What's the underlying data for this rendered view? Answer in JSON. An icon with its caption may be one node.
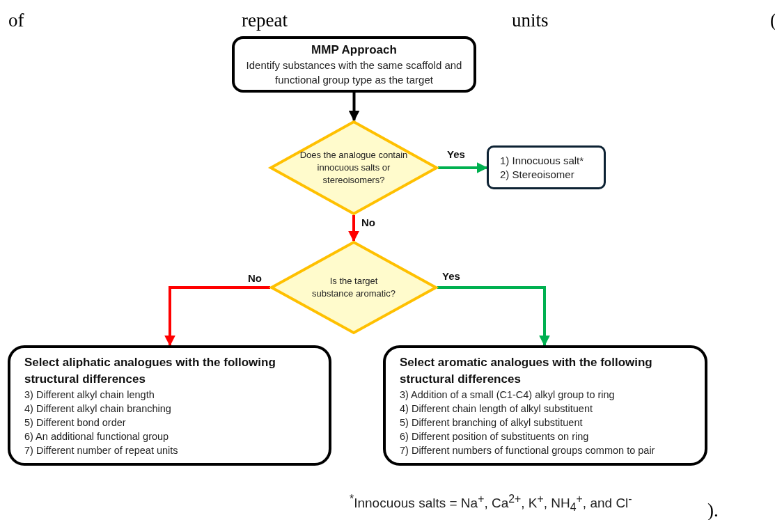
{
  "diagram": {
    "nodes": [
      {
        "text": [
          "MMP Approach",
          "Identify substances with the same scaffold and functional group type as the target"
        ]
      },
      {
        "text": [
          "Does the analogue contain innocuous salts or stereoisomers?"
        ]
      },
      {
        "text": [
          "1) Innocuous salt*",
          "2) Stereoisomer"
        ]
      },
      {
        "text": [
          "Is the target substance aromatic?"
        ]
      },
      {
        "text": [
          "Select aliphatic analogues with the following structural differences",
          "3)  Different alkyl chain length",
          "4)  Different alkyl chain branching",
          "5)  Different bond order",
          "6)  An additional functional group",
          "7)  Different number of repeat units"
        ]
      },
      {
        "text": [
          "Select aromatic analogues with the following structural differences",
          "3)  Addition of a small (C1-C4) alkyl group to ring",
          "4)  Different chain length of alkyl substituent",
          "5)  Different branching of alkyl substituent",
          "6)  Different position of substituents on ring",
          "7)  Different numbers of functional groups common to pair"
        ]
      }
    ],
    "edges": [
      {
        "from": 0,
        "to": 1,
        "arrow": "to",
        "color": "#000000"
      },
      {
        "from": 1,
        "to": 2,
        "arrow": "to",
        "label": "Yes",
        "color": "#00b050"
      },
      {
        "from": 1,
        "to": 3,
        "arrow": "to",
        "label": "No",
        "color": "#ff0000"
      },
      {
        "from": 3,
        "to": 4,
        "arrow": "to",
        "label": "No",
        "color": "#ff0000"
      },
      {
        "from": 3,
        "to": 5,
        "arrow": "to",
        "label": "Yes",
        "color": "#00b050"
      }
    ],
    "labels": [
      "of",
      "repeat",
      "units",
      "(",
      "$^{*}$Innocuous salts =  Na$^{+}$, Ca$^{2+}$, K$^{+}$, NH$_{4}$$^{+}$, and Cl$^{-}$",
      ")."
    ]
  }
}
